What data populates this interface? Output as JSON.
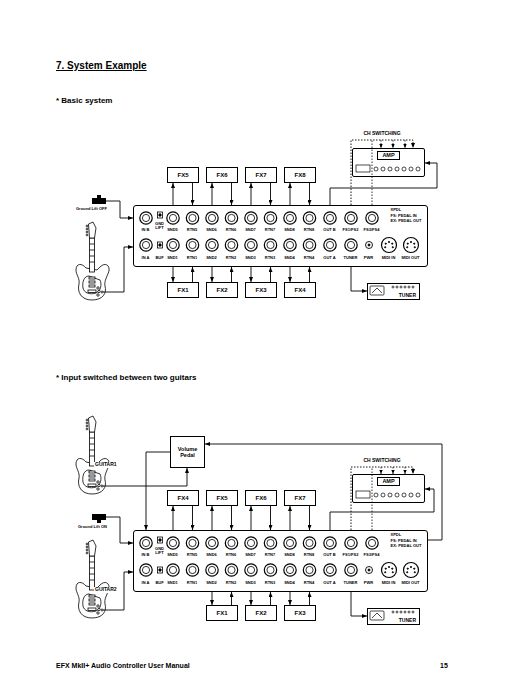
{
  "diagram": {
    "title": "7. System Example",
    "nodes": [
      {
        "text": [
          "FX5"
        ]
      },
      {
        "text": [
          "FX6"
        ]
      },
      {
        "text": [
          "FX7"
        ]
      },
      {
        "text": [
          "FX8"
        ]
      },
      {
        "text": [
          "AMP"
        ]
      },
      {
        "text": [
          "IN B",
          "GND LIFT",
          "SND5",
          "RTN5",
          "SND6",
          "RTN6",
          "SND7",
          "RTN7",
          "SND8",
          "RTN8",
          "OUT B",
          "FS1/FS2",
          "FS3/FS4",
          "XPDL",
          "FS: PEDAL IN",
          "EX: PEDAL OUT",
          "IN A",
          "BUF",
          "SND1",
          "RTN1",
          "SND2",
          "RTN2",
          "SND3",
          "RTN3",
          "SND4",
          "RTN4",
          "OUT A",
          "TUNER",
          "PWR",
          "MIDI IN",
          "MIDI OUT"
        ]
      },
      {
        "text": [
          "FX1"
        ]
      },
      {
        "text": [
          "FX2"
        ]
      },
      {
        "text": [
          "FX3"
        ]
      },
      {
        "text": [
          "FX4"
        ]
      },
      {
        "text": [
          "TUNER"
        ]
      },
      {
        "text": [
          "Volume Pedal"
        ]
      },
      {
        "text": [
          "AMP"
        ]
      },
      {
        "text": [
          "FX4"
        ]
      },
      {
        "text": [
          "FX5"
        ]
      },
      {
        "text": [
          "FX6"
        ]
      },
      {
        "text": [
          "FX7"
        ]
      },
      {
        "text": [
          "IN B",
          "GND LIFT",
          "SND5",
          "RTN5",
          "SND6",
          "RTN6",
          "SND7",
          "RTN7",
          "SND8",
          "RTN8",
          "OUT B",
          "FS1/FS2",
          "FS3/FS4",
          "XPDL",
          "FS: PEDAL IN",
          "EX: PEDAL OUT",
          "IN A",
          "BUF",
          "SND1",
          "RTN1",
          "SND2",
          "RTN2",
          "SND3",
          "RTN3",
          "SND4",
          "RTN4",
          "OUT A",
          "TUNER",
          "PWR",
          "MIDI IN",
          "MIDI OUT"
        ]
      },
      {
        "text": [
          "FX1"
        ]
      },
      {
        "text": [
          "FX2"
        ]
      },
      {
        "text": [
          "FX3"
        ]
      },
      {
        "text": [
          "TUNER"
        ]
      }
    ],
    "edges": [
      {
        "from": 5,
        "to": 0,
        "arrow": "to"
      },
      {
        "from": 0,
        "to": 5,
        "arrow": "to"
      },
      {
        "from": 5,
        "to": 1,
        "arrow": "to"
      },
      {
        "from": 1,
        "to": 5,
        "arrow": "to"
      },
      {
        "from": 5,
        "to": 2,
        "arrow": "to"
      },
      {
        "from": 2,
        "to": 5,
        "arrow": "to"
      },
      {
        "from": 5,
        "to": 3,
        "arrow": "to"
      },
      {
        "from": 3,
        "to": 5,
        "arrow": "to"
      },
      {
        "from": 5,
        "to": 6,
        "arrow": "to"
      },
      {
        "from": 6,
        "to": 5,
        "arrow": "to"
      },
      {
        "from": 5,
        "to": 7,
        "arrow": "to"
      },
      {
        "from": 7,
        "to": 5,
        "arrow": "to"
      },
      {
        "from": 5,
        "to": 8,
        "arrow": "to"
      },
      {
        "from": 8,
        "to": 5,
        "arrow": "to"
      },
      {
        "from": 5,
        "to": 9,
        "arrow": "to"
      },
      {
        "from": 9,
        "to": 5,
        "arrow": "to"
      },
      {
        "from": 5,
        "to": 4,
        "arrow": "to"
      },
      {
        "from": 5,
        "to": 4,
        "label": "CH SWITCHING",
        "arrow": "to"
      },
      {
        "from": 5,
        "to": 10,
        "arrow": "to"
      },
      {
        "from": 17,
        "to": 13,
        "arrow": "to"
      },
      {
        "from": 13,
        "to": 17,
        "arrow": "to"
      },
      {
        "from": 17,
        "to": 14,
        "arrow": "to"
      },
      {
        "from": 14,
        "to": 17,
        "arrow": "to"
      },
      {
        "from": 17,
        "to": 15,
        "arrow": "to"
      },
      {
        "from": 15,
        "to": 17,
        "arrow": "to"
      },
      {
        "from": 17,
        "to": 16,
        "arrow": "to"
      },
      {
        "from": 16,
        "to": 17,
        "arrow": "to"
      },
      {
        "from": 17,
        "to": 18,
        "arrow": "to"
      },
      {
        "from": 18,
        "to": 17,
        "arrow": "to"
      },
      {
        "from": 17,
        "to": 19,
        "arrow": "to"
      },
      {
        "from": 19,
        "to": 17,
        "arrow": "to"
      },
      {
        "from": 17,
        "to": 20,
        "arrow": "to"
      },
      {
        "from": 20,
        "to": 17,
        "arrow": "to"
      },
      {
        "from": 11,
        "to": 17,
        "arrow": "to"
      },
      {
        "from": 17,
        "to": 11,
        "arrow": "to"
      },
      {
        "from": 17,
        "to": 12,
        "arrow": "to"
      },
      {
        "from": 17,
        "to": 12,
        "label": "CH SWITCHING",
        "arrow": "to"
      },
      {
        "from": 17,
        "to": 21,
        "arrow": "to"
      }
    ],
    "labels": [
      "* Basic system",
      "Ground Lift OFF",
      "* Input switched between two guitars",
      "GUITAR1",
      "Ground Lift ON",
      "GUITAR2",
      "EFX MkII+ Audio Controller User Manual",
      "15"
    ]
  }
}
